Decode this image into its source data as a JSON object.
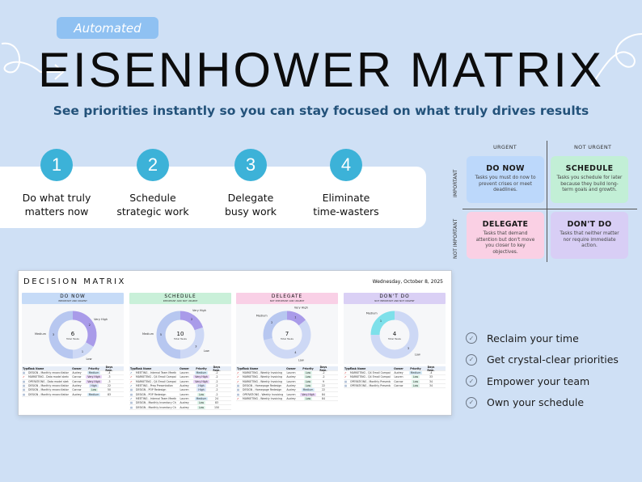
{
  "badge": "Automated",
  "title": "EISENHOWER MATRIX",
  "subtitle": "See priorities instantly so you can stay focused on what truly drives results",
  "steps": [
    {
      "num": "1",
      "label": "Do what truly\nmatters now"
    },
    {
      "num": "2",
      "label": "Schedule\nstrategic work"
    },
    {
      "num": "3",
      "label": "Delegate\nbusy work"
    },
    {
      "num": "4",
      "label": "Eliminate\ntime-wasters"
    }
  ],
  "matrix": {
    "col_urgent": "URGENT",
    "col_not_urgent": "NOT URGENT",
    "row_important": "IMPORTANT",
    "row_not_important": "NOT IMPORTANT",
    "quadrants": [
      {
        "title": "DO NOW",
        "desc": "Tasks you must do now to prevent crises or meet deadlines.",
        "color": "#bcd8fb"
      },
      {
        "title": "SCHEDULE",
        "desc": "Tasks you schedule for later because they build long-term goals and growth.",
        "color": "#c2efd6"
      },
      {
        "title": "DELEGATE",
        "desc": "Tasks that demand attention but don't move you closer to key objectives.",
        "color": "#fad0e4"
      },
      {
        "title": "DON'T DO",
        "desc": "Tasks that neither matter nor require immediate action.",
        "color": "#d8cef5"
      }
    ]
  },
  "dashboard": {
    "title": "DECISION MATRIX",
    "date": "Wednesday, October 8, 2025",
    "panels": [
      {
        "title": "DO NOW",
        "subtitle": "IMPORTANT AND URGENT",
        "color": "#c6dbf7",
        "total": "6",
        "total_label": "Total Tasks",
        "slices": [
          {
            "label": "Very High",
            "value": 2,
            "color": "#a99be9"
          },
          {
            "label": "Low",
            "value": 1,
            "color": "#cdd8f5"
          },
          {
            "label": "Medium",
            "value": 3,
            "color": "#b7c7f0"
          }
        ],
        "rows": [
          [
            "DESIGN - Monthly reconciliation",
            "Audrey",
            "Medium",
            "-4"
          ],
          [
            "MARKETING - Data model sketch",
            "Connor",
            "Very High",
            "-3"
          ],
          [
            "OPERATIONS - Data model sketch",
            "Connor",
            "Very High",
            "-3"
          ],
          [
            "DESIGN - Monthly reconciliation",
            "Audrey",
            "High",
            "22"
          ],
          [
            "DESIGN - Monthly reconciliation",
            "Connor",
            "Low",
            "50"
          ],
          [
            "DESIGN - Monthly reconciliation",
            "Audrey",
            "Medium",
            "83"
          ]
        ]
      },
      {
        "title": "SCHEDULE",
        "subtitle": "IMPORTANT AND NOT URGENT",
        "color": "#c9f0d9",
        "total": "10",
        "total_label": "Total Tasks",
        "slices": [
          {
            "label": "Very High",
            "value": 2,
            "color": "#a99be9"
          },
          {
            "label": "Low",
            "value": 3,
            "color": "#cdd8f5"
          },
          {
            "label": "Medium",
            "value": 5,
            "color": "#b7c7f0"
          }
        ],
        "rows": [
          [
            "MEETING - Internal Team Meeting",
            "Lauren",
            "Medium",
            "-2"
          ],
          [
            "MARKETING - Q4 Email Campaigns",
            "Lauren",
            "Very High",
            "-2"
          ],
          [
            "MARKETING - Q4 Email Campaigns",
            "Lauren",
            "Very High",
            "-2"
          ],
          [
            "MEETING - Prep Presentation",
            "Audrey",
            "High",
            "-2"
          ],
          [
            "DESIGN - POP Redesign",
            "Lauren",
            "High",
            "-2"
          ],
          [
            "DESIGN - POP Redesign",
            "Lauren",
            "Low",
            "-2"
          ],
          [
            "MEETING - Internal Team Meeting",
            "Lauren",
            "Medium",
            "24"
          ],
          [
            "DESIGN - Monthly Inventory Check",
            "Audrey",
            "Low",
            "83"
          ],
          [
            "DESIGN - Monthly Inventory Check",
            "Audrey",
            "Low",
            "150"
          ]
        ]
      },
      {
        "title": "DELEGATE",
        "subtitle": "NOT IMPORTANT AND URGENT",
        "color": "#f9d0e6",
        "total": "7",
        "total_label": "Total Tasks",
        "slices": [
          {
            "label": "Very High",
            "value": 1,
            "color": "#a99be9"
          },
          {
            "label": "Low",
            "value": 4,
            "color": "#cdd8f5"
          },
          {
            "label": "Medium",
            "value": 2,
            "color": "#b7c7f0"
          }
        ],
        "rows": [
          [
            "MARKETING - Weekly Invoicing",
            "Lauren",
            "Low",
            "-2"
          ],
          [
            "MARKETING - Weekly Invoicing",
            "Audrey",
            "Low",
            "-2"
          ],
          [
            "MARKETING - Weekly Invoicing",
            "Lauren",
            "Low",
            "9"
          ],
          [
            "DESIGN - Homepage Redesign",
            "Audrey",
            "Low",
            "22"
          ],
          [
            "DESIGN - Homepage Redesign",
            "Audrey",
            "Medium",
            "22"
          ],
          [
            "OPERATIONS - Weekly Invoicing",
            "Lauren",
            "Very High",
            "84"
          ],
          [
            "MARKETING - Weekly Invoicing",
            "Audrey",
            "Low",
            "84"
          ]
        ]
      },
      {
        "title": "DON'T DO",
        "subtitle": "NOT IMPORTANT AND NOT URGENT",
        "color": "#dad0f5",
        "total": "4",
        "total_label": "Total Tasks",
        "slices": [
          {
            "label": "Low",
            "value": 3,
            "color": "#cdd8f5"
          },
          {
            "label": "Medium",
            "value": 1,
            "color": "#7ee0ea"
          }
        ],
        "rows": [
          [
            "MARKETING - Q4 Email Campaigns",
            "Audrey",
            "Medium",
            "-4"
          ],
          [
            "MARKETING - Q4 Email Campaigns",
            "Lauren",
            "Low",
            "33"
          ],
          [
            "OPERATIONS - Monthly Presentation",
            "Connor",
            "Low",
            "34"
          ],
          [
            "OPERATIONS - Monthly Presentation",
            "Connor",
            "Low",
            "34"
          ]
        ]
      }
    ],
    "headers": [
      "Type",
      "Task Name",
      "Owner",
      "Priority",
      "Days Rem."
    ]
  },
  "benefits": [
    "Reclaim your time",
    "Get crystal-clear priorities",
    "Empower your team",
    "Own your schedule"
  ]
}
